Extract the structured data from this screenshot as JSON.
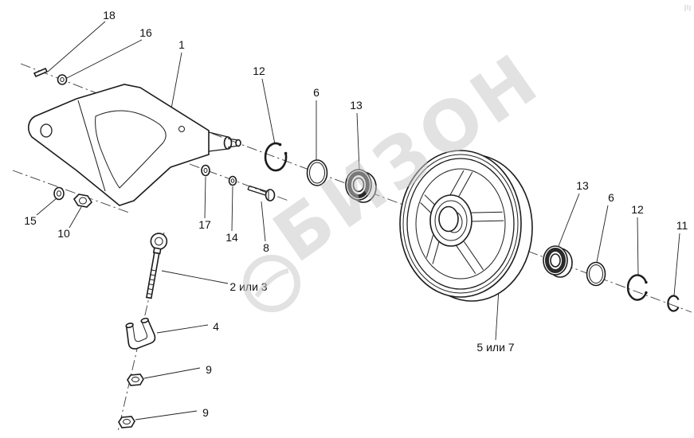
{
  "diagram": {
    "watermark_text": "БИЗОН",
    "callouts": {
      "c18": "18",
      "c16": "16",
      "c1": "1",
      "c12_left": "12",
      "c6_left": "6",
      "c13_left": "13",
      "c13_right": "13",
      "c6_right": "6",
      "c12_right": "12",
      "c11": "11",
      "c15": "15",
      "c10": "10",
      "c17": "17",
      "c14": "14",
      "c8": "8",
      "c2_3": "2 или 3",
      "c4": "4",
      "c9_upper": "9",
      "c9_lower": "9",
      "c5_7": "5 или 7"
    },
    "colors": {
      "line": "#1c1c1c",
      "watermark": "#c7c7c7",
      "background": "#ffffff"
    }
  }
}
